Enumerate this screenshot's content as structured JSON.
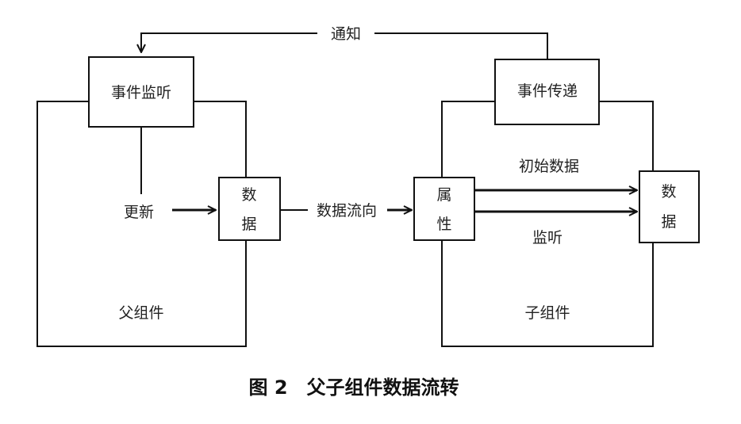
{
  "diagram": {
    "parent": {
      "label": "父组件",
      "event_listen": "事件监听",
      "update": "更新",
      "data_top": "数",
      "data_bottom": "据"
    },
    "child": {
      "label": "子组件",
      "event_pass": "事件传递",
      "prop_top": "属",
      "prop_bottom": "性",
      "data_top": "数",
      "data_bottom": "据",
      "initial_data": "初始数据",
      "listen": "监听"
    },
    "notify": "通知",
    "data_flow": "数据流向"
  },
  "caption": "图 2　父子组件数据流转"
}
